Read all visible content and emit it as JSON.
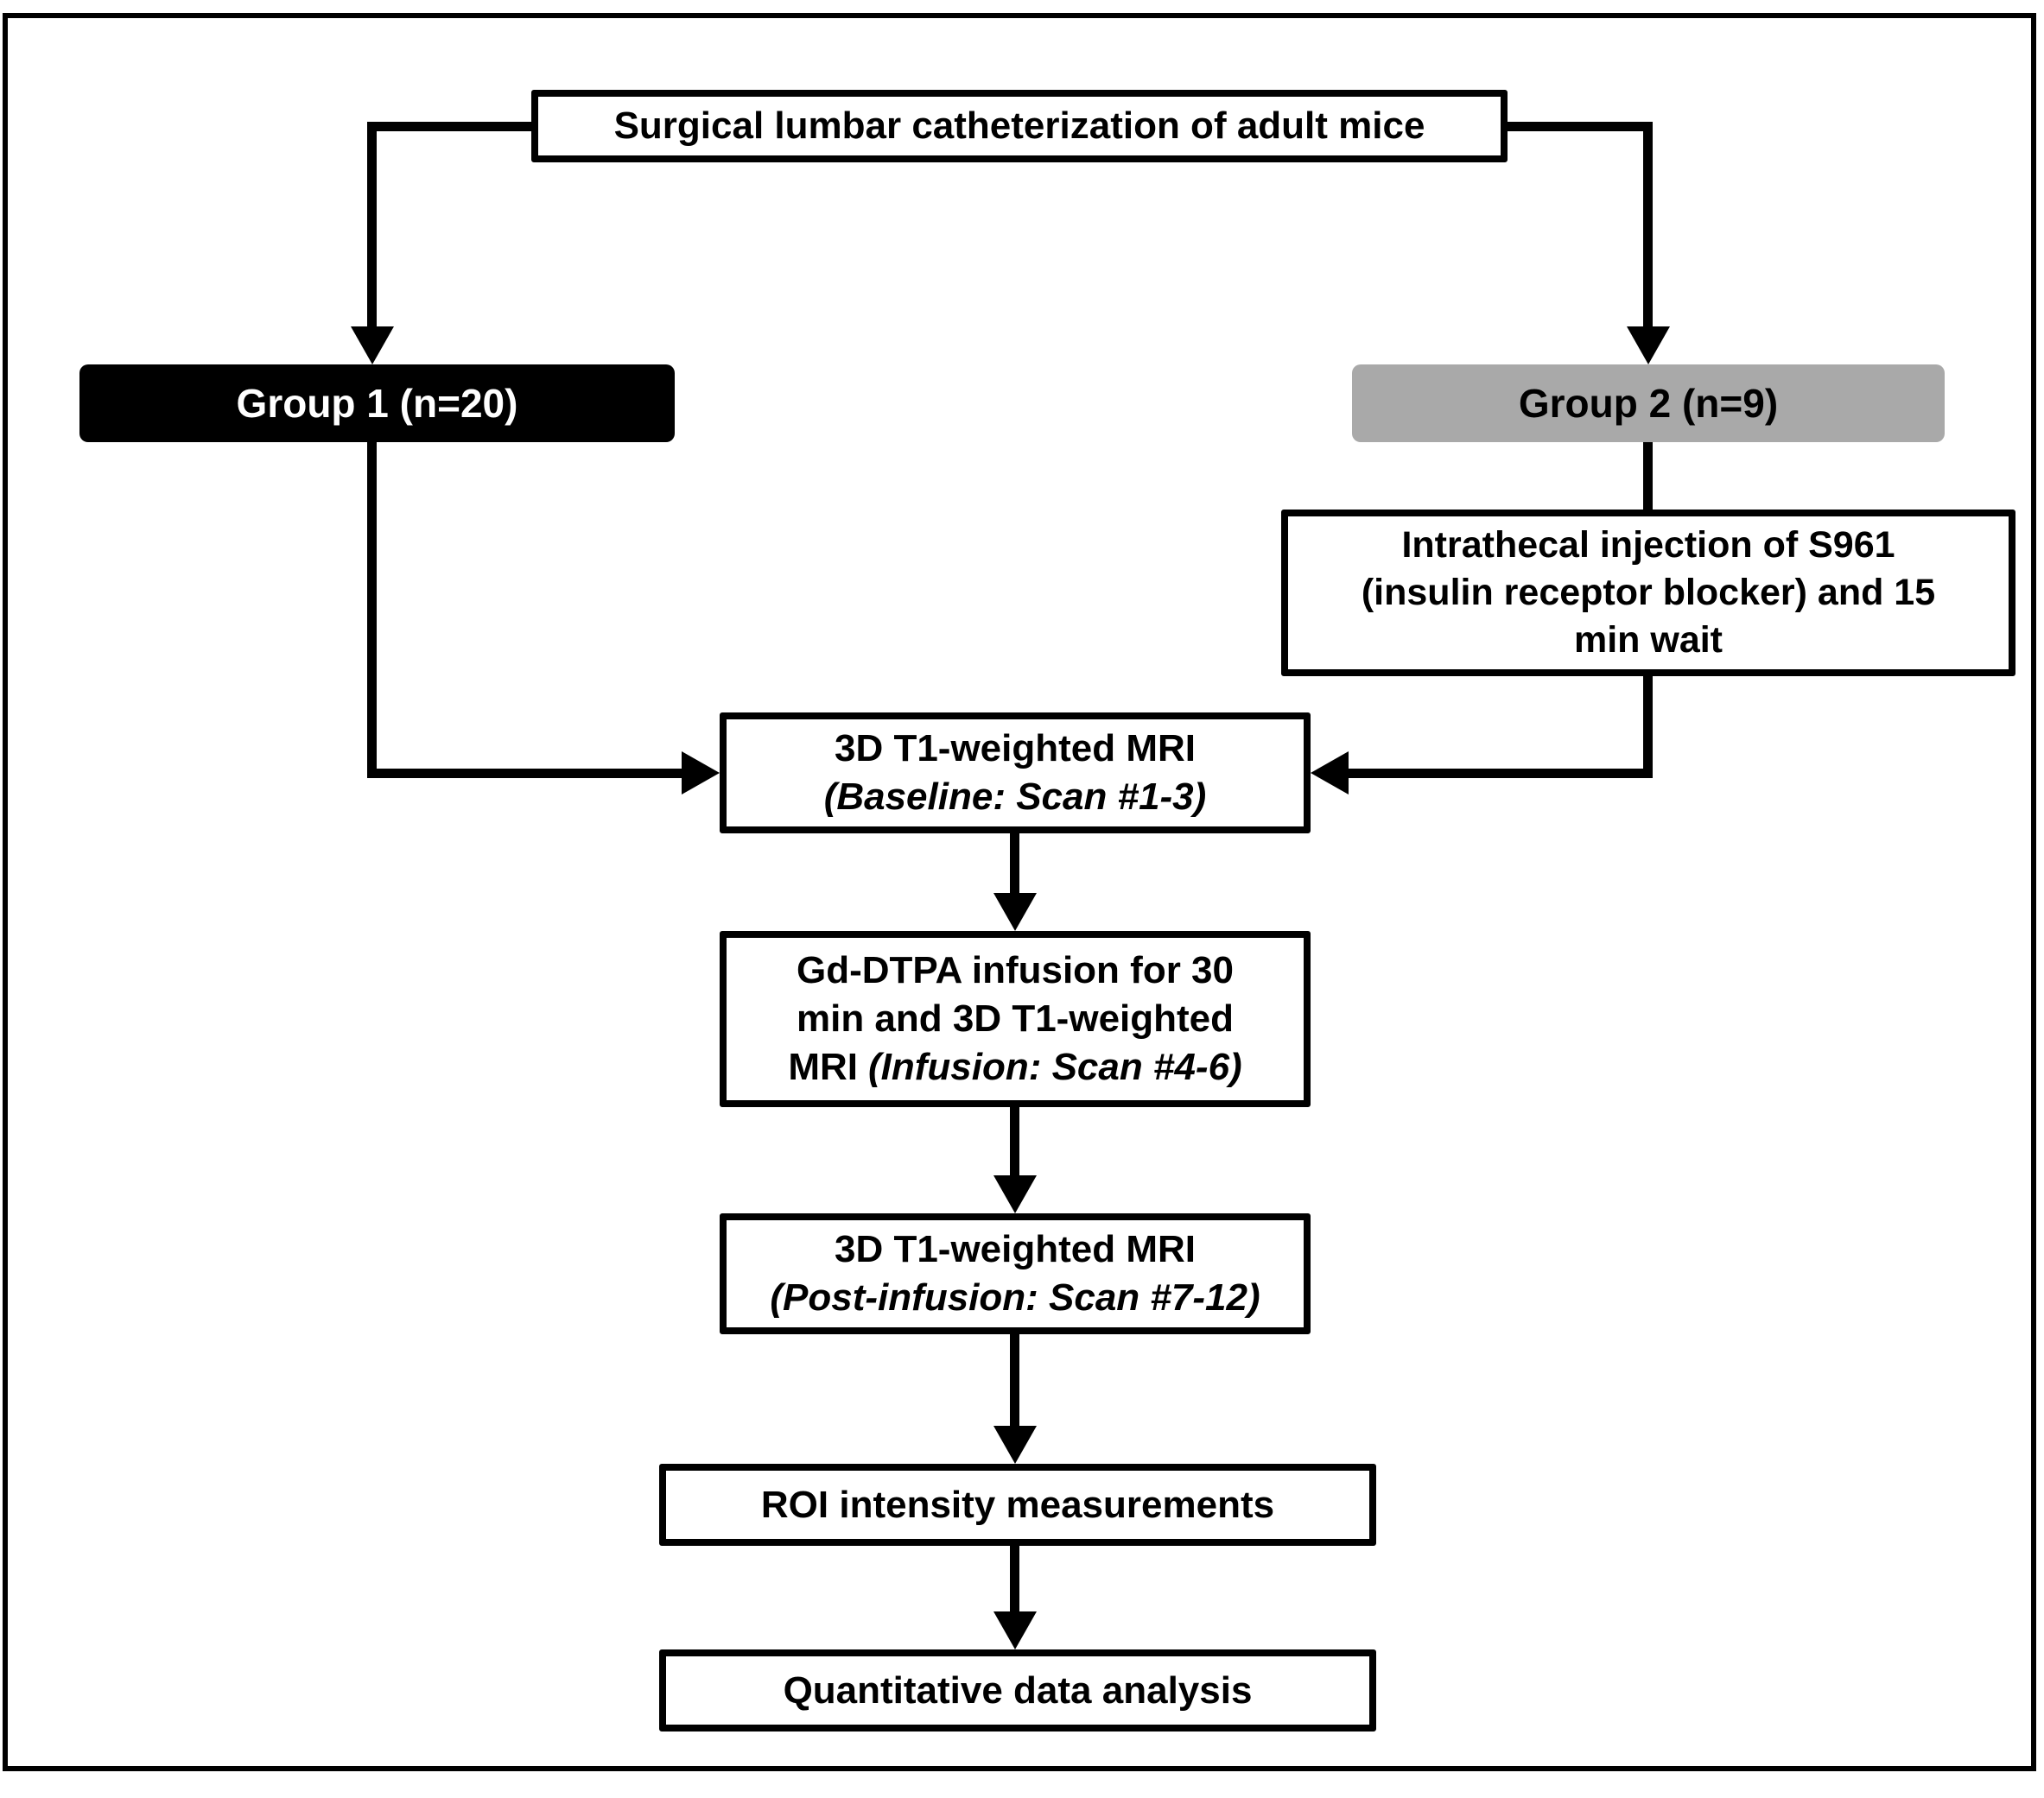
{
  "colors": {
    "line": "#000000",
    "box_border": "#000000",
    "box_fill": "#ffffff",
    "group1_fill": "#000000",
    "group1_text": "#ffffff",
    "group2_fill": "#a9a9a9",
    "group2_text": "#000000"
  },
  "nodes": {
    "surgery": {
      "label": "Surgical lumbar catheterization of adult mice"
    },
    "group1": {
      "label": "Group 1 (n=20)"
    },
    "group2": {
      "label": "Group 2 (n=9)"
    },
    "s961": {
      "line1": "Intrathecal injection of S961",
      "line2": "(insulin receptor blocker) and 15",
      "line3": "min wait"
    },
    "baseline": {
      "line1": "3D T1-weighted MRI",
      "line2": "(Baseline: Scan #1-3)"
    },
    "infusion": {
      "line1": "Gd-DTPA infusion for 30",
      "line2": "min and 3D T1-weighted",
      "line3_regular": "MRI",
      "line3_italic": "(Infusion: Scan #4-6)"
    },
    "postinfusion": {
      "line1": "3D T1-weighted MRI",
      "line2": "(Post-infusion: Scan #7-12)"
    },
    "roi": {
      "label": "ROI intensity measurements"
    },
    "analysis": {
      "label": "Quantitative data analysis"
    }
  }
}
